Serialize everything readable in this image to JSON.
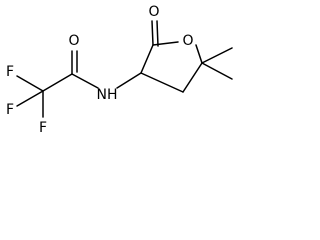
{
  "molecule": {
    "atoms": [
      {
        "id": "F1",
        "symbol": "F"
      },
      {
        "id": "F2",
        "symbol": "F"
      },
      {
        "id": "F3",
        "symbol": "F"
      },
      {
        "id": "O_amide",
        "symbol": "O"
      },
      {
        "id": "N",
        "symbol": "NH"
      },
      {
        "id": "O_lactone_carbonyl",
        "symbol": "O"
      },
      {
        "id": "O_ring",
        "symbol": "O"
      }
    ]
  }
}
